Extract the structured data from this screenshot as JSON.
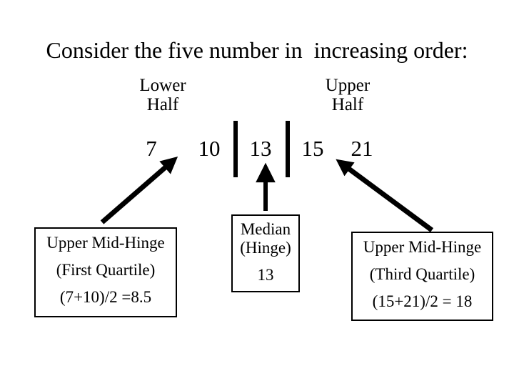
{
  "slide": {
    "title": "Consider the five number in  increasing order:",
    "group_labels": {
      "lower": {
        "line1": "Lower",
        "line2": "Half"
      },
      "upper": {
        "line1": "Upper",
        "line2": "Half"
      }
    },
    "numbers": [
      "7",
      "10",
      "13",
      "15",
      "21"
    ],
    "boxes": {
      "lower_hinge": {
        "line1": "Upper Mid-Hinge",
        "line2": "(First Quartile)",
        "line3": "(7+10)/2 =8.5"
      },
      "median": {
        "line1": "Median",
        "line2": "(Hinge)",
        "value": "13"
      },
      "upper_hinge": {
        "line1": "Upper Mid-Hinge",
        "line2": "(Third Quartile)",
        "line3": "(15+21)/2 = 18"
      }
    },
    "colors": {
      "text": "#000000",
      "background": "#ffffff"
    }
  }
}
